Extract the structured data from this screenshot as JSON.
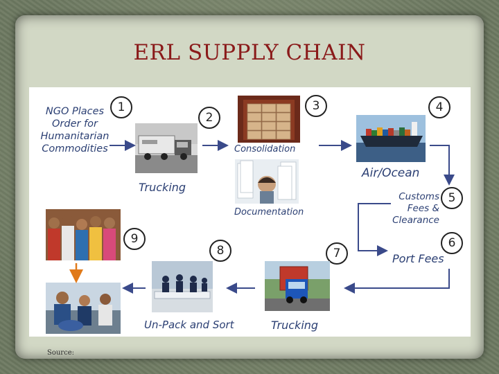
{
  "slide": {
    "title": "ERL SUPPLY CHAIN",
    "source_label": "Source:"
  },
  "diagram": {
    "steps": [
      {
        "number": "1",
        "label_lines": [
          "NGO Places",
          "Order for",
          "Humanitarian",
          "Commodities"
        ]
      },
      {
        "number": "2",
        "label": "Trucking"
      },
      {
        "number": "3",
        "label": "Consolidation",
        "secondary_label": "Documentation"
      },
      {
        "number": "4",
        "label": "Air/Ocean"
      },
      {
        "number": "5",
        "label_lines": [
          "Customs",
          "Fees &",
          "Clearance"
        ]
      },
      {
        "number": "6",
        "label": "Port Fees"
      },
      {
        "number": "7",
        "label": "Trucking"
      },
      {
        "number": "8",
        "label": "Un-Pack and Sort"
      },
      {
        "number": "9",
        "label": ""
      }
    ],
    "photos": [
      "truck-photo",
      "boxes-photo",
      "paperwork-photo",
      "cargo-ship-photo",
      "blue-truck-photo",
      "sorting-photo",
      "crowd-photo",
      "distribution-photo"
    ],
    "colors": {
      "text": "#2b3f73",
      "arrow": "#3a4a8a",
      "arrow_orange": "#e07a1a",
      "title": "#8a1a1a"
    }
  }
}
